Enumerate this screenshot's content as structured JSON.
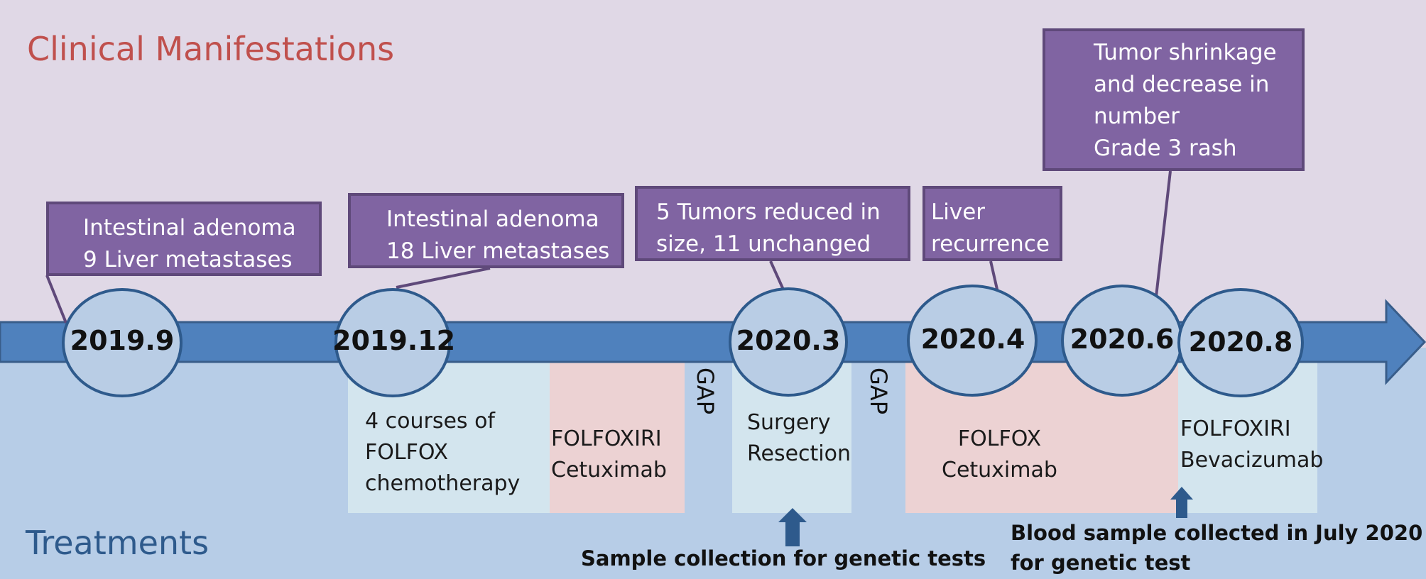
{
  "sections": {
    "clinical_title": "Clinical Manifestations",
    "treatments_title": "Treatments"
  },
  "timepoints": [
    "2019.9",
    "2019.12",
    "2020.3",
    "2020.4",
    "2020.6",
    "2020.8"
  ],
  "manifestations": [
    {
      "lines": [
        "Intestinal adenoma",
        "9 Liver metastases"
      ]
    },
    {
      "lines": [
        "Intestinal adenoma",
        "18 Liver metastases"
      ]
    },
    {
      "lines": [
        "5 Tumors reduced in",
        "size, 11 unchanged"
      ]
    },
    {
      "lines": [
        "Liver",
        "recurrence"
      ]
    },
    {
      "lines": [
        "Tumor shrinkage",
        "and decrease in",
        "number",
        "Grade 3 rash"
      ]
    }
  ],
  "treatments": [
    {
      "lines": [
        "4 courses of",
        "FOLFOX",
        "chemotherapy"
      ]
    },
    {
      "lines": [
        "FOLFOXIRI",
        "Cetuximab"
      ]
    },
    {
      "lines": [
        "Surgery",
        "Resection"
      ]
    },
    {
      "lines": [
        "FOLFOX",
        "Cetuximab"
      ]
    },
    {
      "lines": [
        "FOLFOXIRI",
        "Bevacizumab"
      ]
    }
  ],
  "gaps": [
    "GAP",
    "GAP"
  ],
  "notes": {
    "sample_collection": "Sample collection for genetic tests",
    "blood_sample": [
      "Blood sample collected in July 2020",
      "for genetic test"
    ]
  },
  "colors": {
    "clinical_bg": "#e0d8e6",
    "treatment_bg": "#b7cde7",
    "timeline_arrow": "#4f81bd",
    "node_fill": "#b9cde5",
    "manifestation_box": "#8064a2",
    "treatment_panel_blue": "#d3e5ee",
    "treatment_panel_pink": "#ecd2d3",
    "clinical_title": "#c0504d",
    "treatments_title": "#2e5a8c"
  }
}
